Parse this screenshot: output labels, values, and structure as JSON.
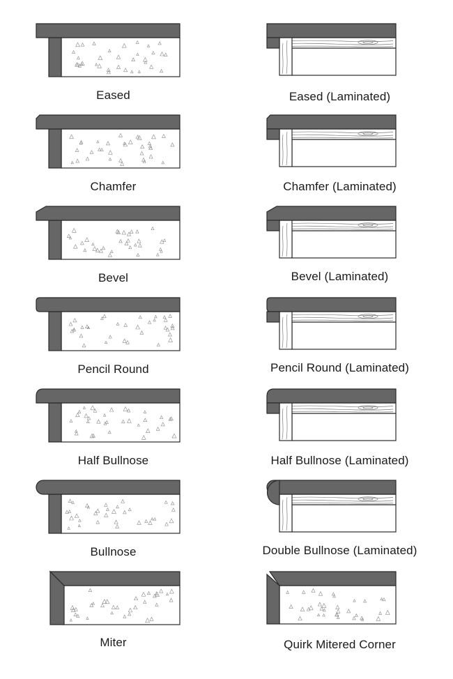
{
  "profiles": [
    {
      "label": "Eased",
      "edge": "eased",
      "material": "stone"
    },
    {
      "label": "Eased (Laminated)",
      "edge": "eased",
      "material": "laminated"
    },
    {
      "label": "Chamfer",
      "edge": "chamfer",
      "material": "stone"
    },
    {
      "label": "Chamfer (Laminated)",
      "edge": "chamfer",
      "material": "laminated"
    },
    {
      "label": "Bevel",
      "edge": "bevel",
      "material": "stone"
    },
    {
      "label": "Bevel (Laminated)",
      "edge": "bevel",
      "material": "laminated"
    },
    {
      "label": "Pencil Round",
      "edge": "pencil-round",
      "material": "stone"
    },
    {
      "label": "Pencil Round (Laminated)",
      "edge": "pencil-round",
      "material": "laminated"
    },
    {
      "label": "Half Bullnose",
      "edge": "half-bullnose",
      "material": "stone"
    },
    {
      "label": "Half Bullnose (Laminated)",
      "edge": "half-bullnose",
      "material": "laminated"
    },
    {
      "label": "Bullnose",
      "edge": "bullnose",
      "material": "stone"
    },
    {
      "label": "Double Bullnose (Laminated)",
      "edge": "double-bullnose",
      "material": "laminated"
    },
    {
      "label": "Miter",
      "edge": "miter",
      "material": "stone"
    },
    {
      "label": "Quirk Mitered Corner",
      "edge": "quirk-miter",
      "material": "stone"
    }
  ],
  "colors": {
    "slab": "#666666",
    "outline": "#2a2a2a",
    "fill": "#ffffff",
    "speck": "#8a8a8a"
  }
}
